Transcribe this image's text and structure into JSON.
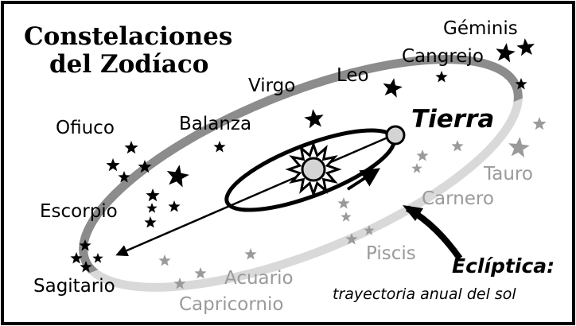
{
  "title": {
    "line1": "Constelaciones",
    "line2": "del Zodíaco"
  },
  "earth_label": "Tierra",
  "ecliptic": {
    "label": "Eclíptica:",
    "caption": "trayectoria anual del sol"
  },
  "constellations": {
    "geminis": "Géminis",
    "cangrejo": "Cangrejo",
    "leo": "Leo",
    "virgo": "Virgo",
    "balanza": "Balanza",
    "ofiuco": "Ofiuco",
    "escorpio": "Escorpio",
    "sagitario": "Sagitario",
    "tauro": "Tauro",
    "carnero": "Carnero",
    "piscis": "Piscis",
    "acuario": "Acuario",
    "capricornio": "Capricornio"
  },
  "colors": {
    "visible": "#000000",
    "hidden": "#9a9a9a",
    "ring_front": "#d9d9d9",
    "ring_back": "#8c8c8c",
    "sun_fill": "#ffffff",
    "body_fill": "#d4d4d4"
  },
  "icons": {
    "star": "five-point-star",
    "sun": "sunburst",
    "earth": "circle",
    "arrow": "curved-arrow"
  }
}
